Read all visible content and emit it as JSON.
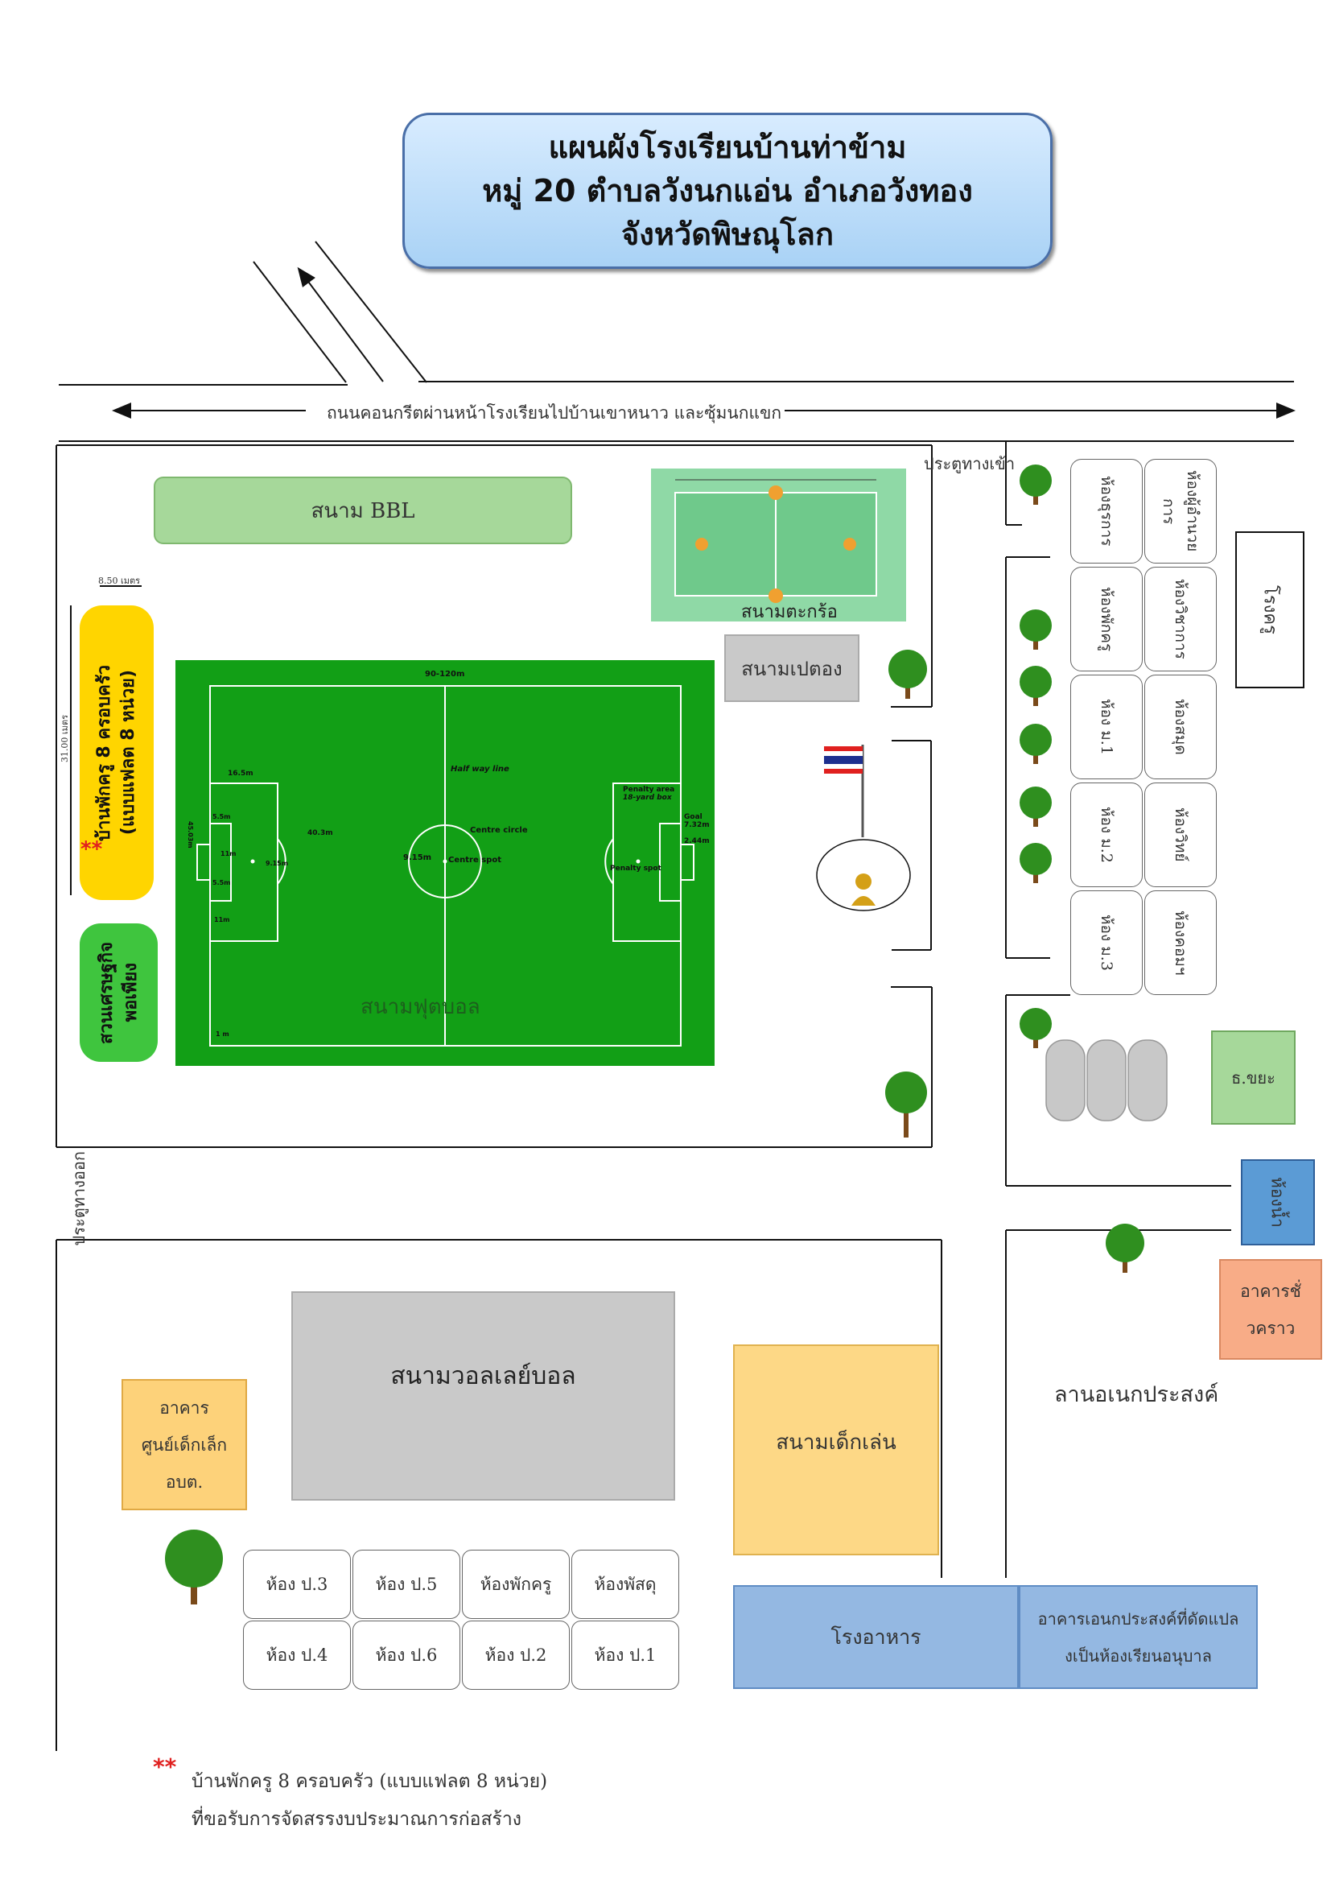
{
  "title": {
    "line1": "แผนผังโรงเรียนบ้านท่าข้าม",
    "line2": "หมู่ 20 ตำบลวังนกแอ่น อำเภอวังทอง",
    "line3": "จังหวัดพิษณุโลก"
  },
  "road": {
    "label": "ถนนคอนกรีตผ่านหน้าโรงเรียนไปบ้านเขาหนาว และซุ้มนกแขก"
  },
  "entrance_gate": "ประตูทางเข้า",
  "exit_gate": "ประตูทางออก",
  "bbl_field": "สนาม BBL",
  "takraw_court": "สนามตะกร้อ",
  "petong_court": "สนามเปตอง",
  "football": {
    "name": "สนามฟุตบอล",
    "length": "90-120m",
    "halfway": "Half way line",
    "centre_circle": "Centre circle",
    "centre_spot": "Centre spot",
    "radius": "9.15m",
    "penalty_area": "Penalty area",
    "box": "18-yard box",
    "penalty_spot": "Penalty spot",
    "goal": "Goal",
    "goal_w": "7.32m",
    "goal_h": "2.44m",
    "d165": "16.5m",
    "d403": "40.3m",
    "d4503": "45.03m",
    "d55a": "5.5m",
    "d55b": "5.5m",
    "d11a": "11m",
    "d11b": "11m",
    "d915b": "9.15m",
    "d1m": "1 m"
  },
  "housing": {
    "line1": "บ้านพักครู 8 ครอบครัว",
    "line2": "(แบบแฟลต 8 หน่วย)",
    "width": "8.50 เมตร",
    "length": "31.00 เมตร"
  },
  "garden": {
    "line1": "สวนเศรษฐกิจ",
    "line2": "พอเพียง"
  },
  "right_rooms": [
    "ห้องธุรการ",
    "ห้องผู้อำนวยการ",
    "ห้องพักครู",
    "ห้องวิชาการ",
    "ห้อง ม.1",
    "ห้องสมุด",
    "ห้อง ม.2",
    "ห้องวิทย์",
    "ห้อง ม.3",
    "ห้องคอมฯ"
  ],
  "teacher_house": "โรงครู",
  "trash": "ธ.ขยะ",
  "toilet": "ห้องน้ำ",
  "temp_building": {
    "line1": "อาคารชั่",
    "line2": "วคราว"
  },
  "courtyard": "ลานอเนกประสงค์",
  "volleyball": "สนามวอลเลย์บอล",
  "child_center": {
    "line1": "อาคาร",
    "line2": "ศูนย์เด็กเล็ก",
    "line3": "อบต."
  },
  "playground": "สนามเด็กเล่น",
  "canteen": "โรงอาหาร",
  "multi_building": {
    "line1": "อาคารเอนกประสงค์ที่ดัดแปล",
    "line2": "งเป็นห้องเรียนอนุบาล"
  },
  "primary_rooms": [
    "ห้อง ป.3",
    "ห้อง ป.5",
    "ห้องพักครู",
    "ห้องพัสดุ",
    "ห้อง ป.4",
    "ห้อง ป.6",
    "ห้อง ป.2",
    "ห้อง ป.1"
  ],
  "footnote": {
    "mark": "**",
    "line1": "บ้านพักครู 8 ครอบครัว (แบบแฟลต 8 หน่วย)",
    "line2": "ที่ขอรับการจัดสรรงบประมาณการก่อสร้าง"
  },
  "colors": {
    "football": "#129f16",
    "housing": "#ffd500",
    "garden": "#3fc53e",
    "title_bg": "#bfe0fb",
    "accent_red": "#e0201f"
  }
}
